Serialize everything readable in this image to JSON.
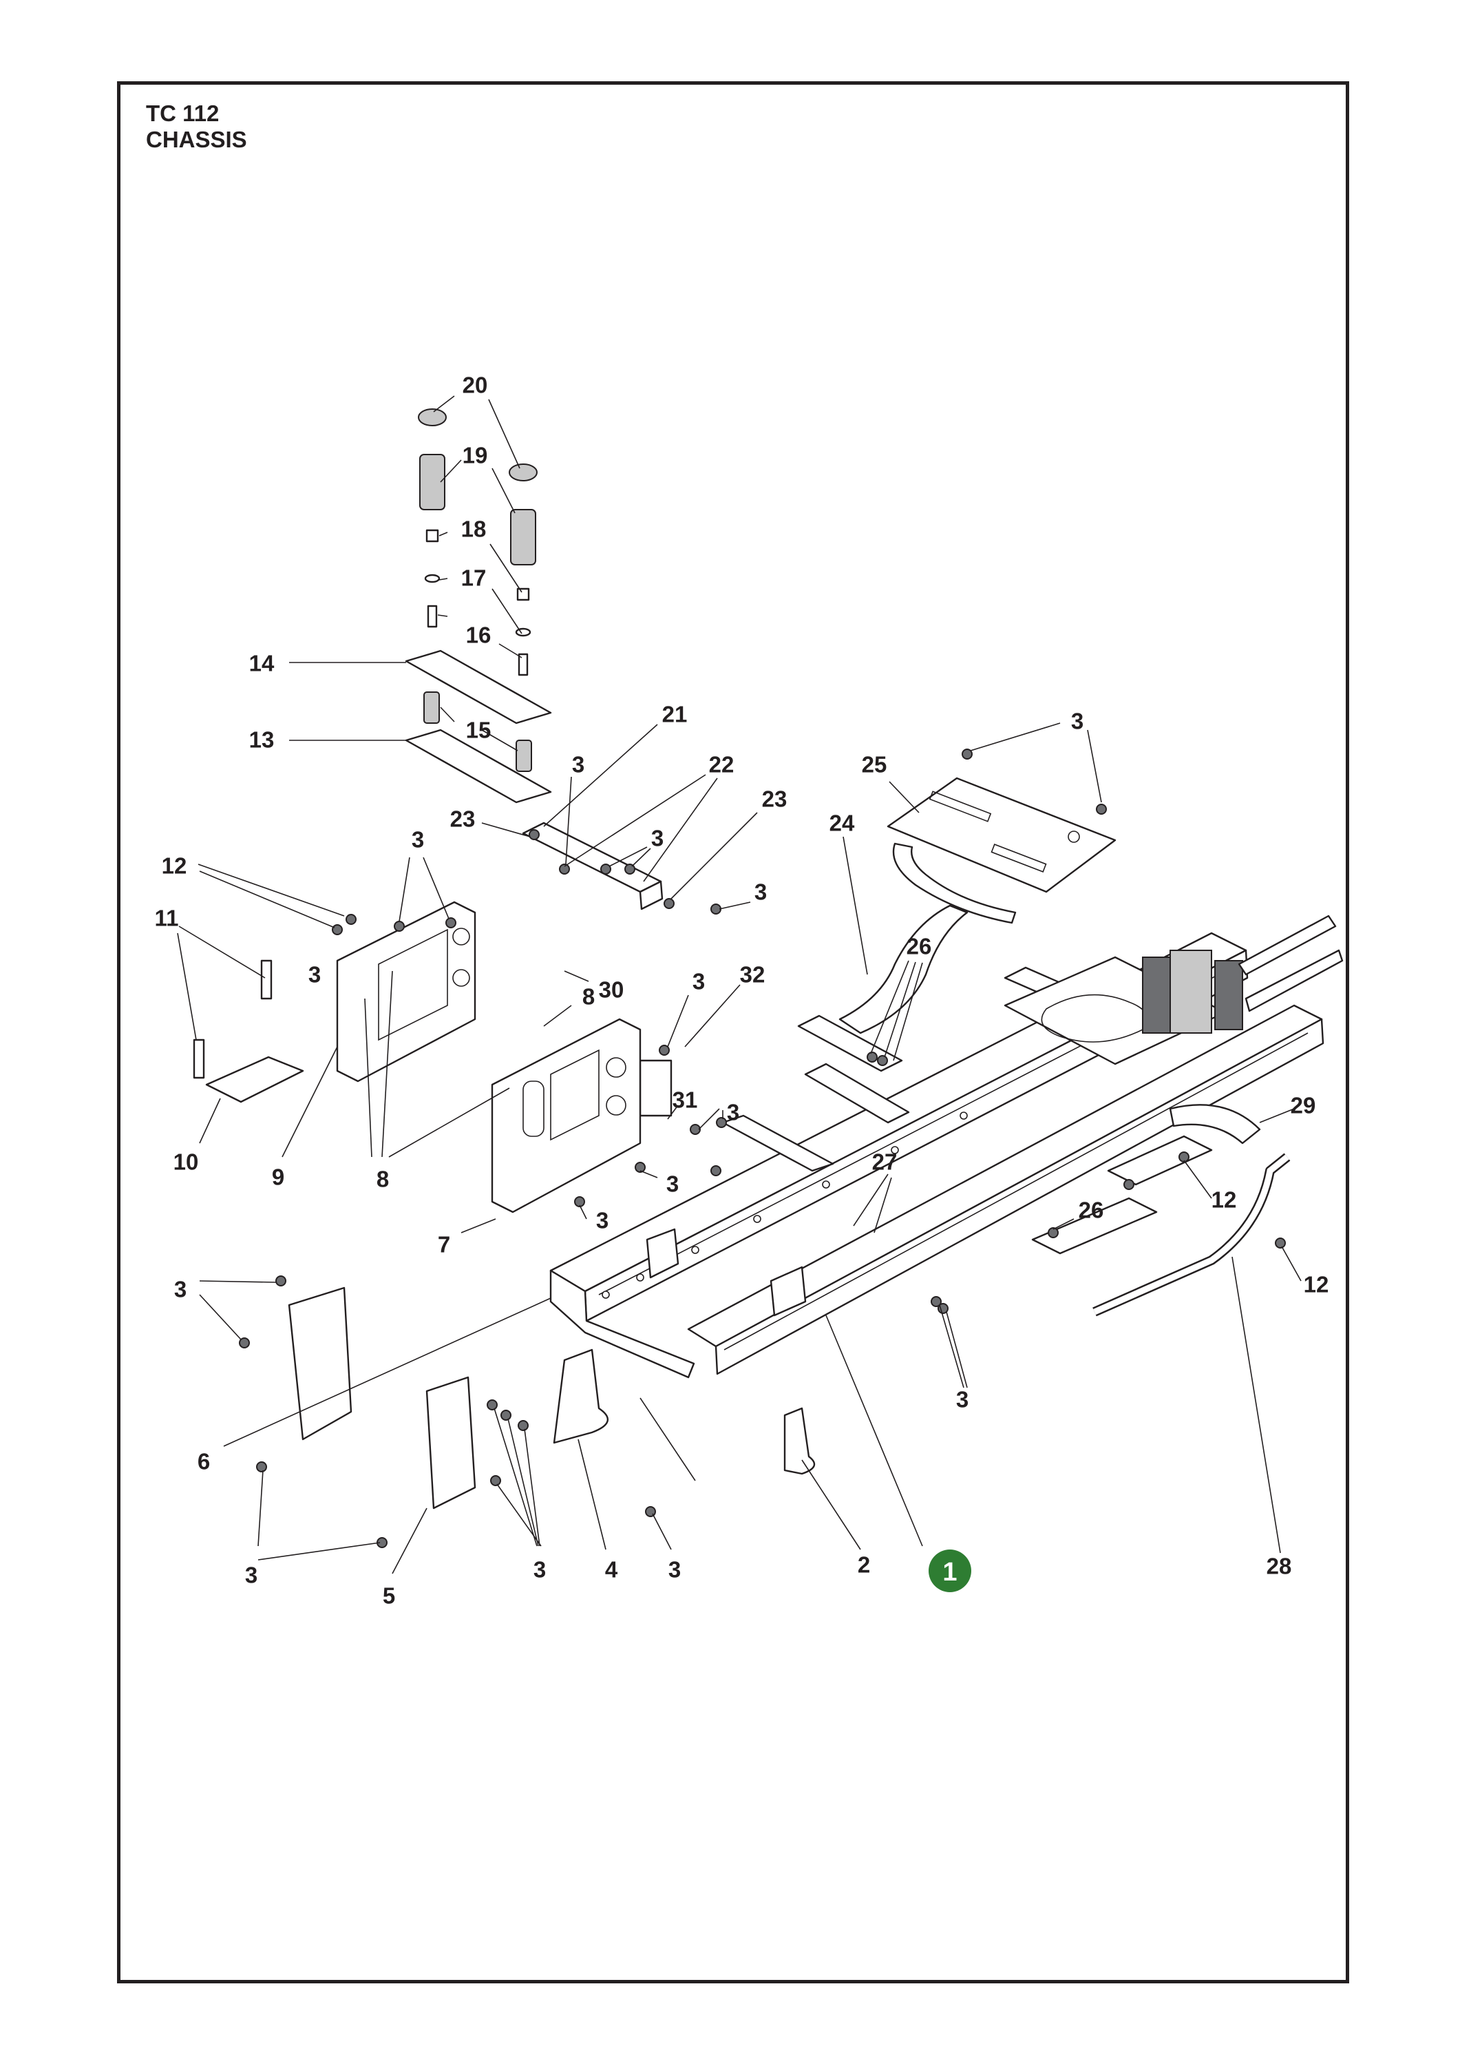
{
  "header": {
    "model": "TC 112",
    "section": "CHASSIS"
  },
  "badge": {
    "label": "1",
    "color": "#2e7d32"
  },
  "callouts": {
    "n1": "1",
    "n2": "2",
    "n3": "3",
    "n4": "4",
    "n5": "5",
    "n6": "6",
    "n7": "7",
    "n8": "8",
    "n9": "9",
    "n10": "10",
    "n11": "11",
    "n12": "12",
    "n13": "13",
    "n14": "14",
    "n15": "15",
    "n16": "16",
    "n17": "17",
    "n18": "18",
    "n19": "19",
    "n20": "20",
    "n21": "21",
    "n22": "22",
    "n23": "23",
    "n24": "24",
    "n25": "25",
    "n26": "26",
    "n27": "27",
    "n28": "28",
    "n29": "29",
    "n30": "30",
    "n31": "31",
    "n32": "32"
  },
  "colors": {
    "ink": "#231f20",
    "badge": "#2e7d32"
  }
}
